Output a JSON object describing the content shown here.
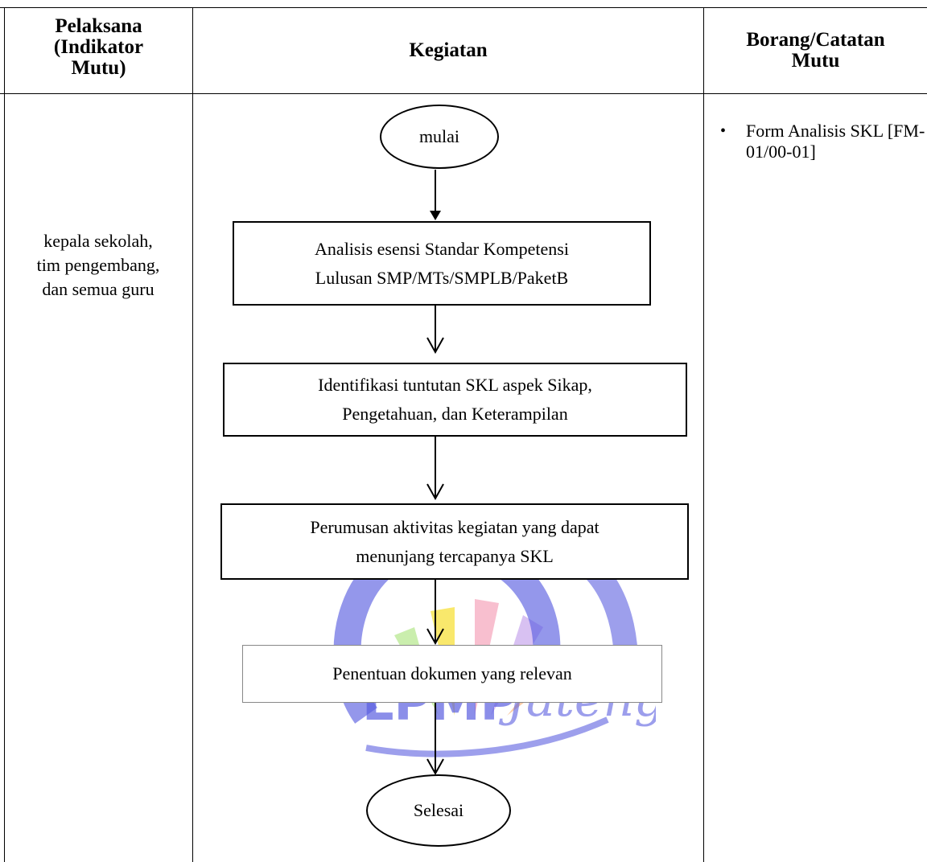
{
  "header": {
    "col1_title": "Pelaksana\n(Indikator\nMutu)",
    "col2_title": "Kegiatan",
    "col3_title": "Borang/Catatan\nMutu"
  },
  "executor": {
    "text": "kepala sekolah,\ntim pengembang,\ndan semua guru"
  },
  "documents": {
    "items": [
      {
        "bullet": "•",
        "label": "Form Analisis SKL [FM-01/00-01]"
      }
    ]
  },
  "flowchart": {
    "start": "mulai",
    "step1": "Analisis esensi Standar Kompetensi\n  Lulusan SMP/MTs/SMPLB/PaketB",
    "step2": "Identifikasi tuntutan SKL aspek Sikap,\n  Pengetahuan, dan Keterampilan",
    "step3": "Perumusan aktivitas kegiatan yang dapat\n  menunjang tercapanya SKL",
    "step4": "Penentuan dokumen yang relevan",
    "end": "Selesai"
  },
  "watermark": {
    "brand": "LPMP",
    "script": "Jateng",
    "colors": {
      "blue": "#5b5fe0",
      "yellow": "#f5d90a",
      "pink": "#f28aa8",
      "green": "#9ee06a",
      "purple": "#b88ee8"
    }
  }
}
